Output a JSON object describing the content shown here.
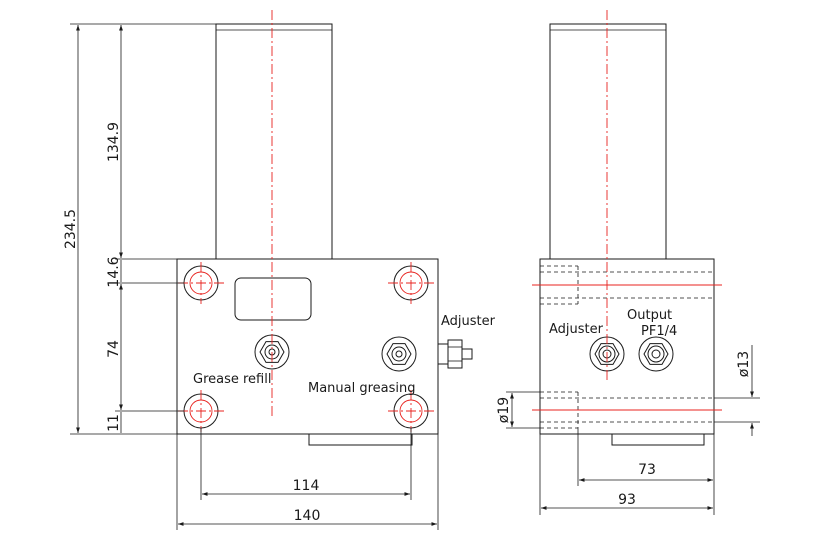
{
  "dimensions": {
    "total_height": "234.5",
    "cylinder_height": "134.9",
    "top_offset": "14.6",
    "hole_spacing_v": "74",
    "bottom_offset": "11",
    "hole_spacing_h": "114",
    "body_width": "140",
    "side_port_span": "73",
    "side_width": "93",
    "port_dia": "ø19",
    "output_dia": "ø13"
  },
  "labels": {
    "adjuster_front": "Adjuster",
    "grease_refill": "Grease refill",
    "manual_greasing": "Manual greasing",
    "adjuster_side": "Adjuster",
    "output": "Output",
    "output_thread": "PF1/4"
  },
  "colors": {
    "line": "#1a1a1a",
    "centerline": "#e8231f",
    "background": "#ffffff"
  }
}
